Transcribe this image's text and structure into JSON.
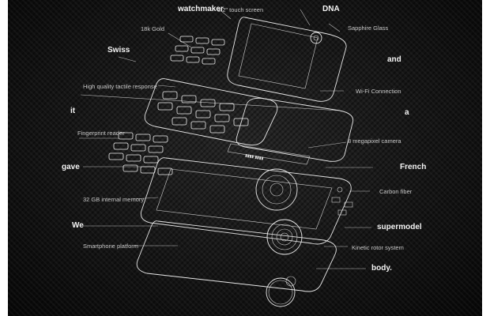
{
  "palette": {
    "background": "#141414",
    "line": "#e8e8e8",
    "text": "#d6d6d6"
  },
  "icons": {
    "logo": "dna-logo-icon"
  },
  "words": {
    "watchmaker": "watchmaker",
    "dna": "DNA",
    "swiss": "Swiss",
    "and": "and",
    "it": "it",
    "a": "a",
    "gave": "gave",
    "french": "French",
    "we": "We",
    "supermodel": "supermodel",
    "body": "body."
  },
  "labels": {
    "touch_screen": "3.2\" touch screen",
    "gold": "18k Gold",
    "sapphire_glass": "Sapphire Glass",
    "tactile": "High quality tactile response",
    "wifi": "Wi-Fi Connection",
    "fingerprint": "Fingerprint reader",
    "camera": "8 megapixel camera",
    "carbon": "Carbon fiber",
    "memory": "32 GB internal memory",
    "platform": "Smartphone platform",
    "rotor": "Kinetic rotor system"
  }
}
